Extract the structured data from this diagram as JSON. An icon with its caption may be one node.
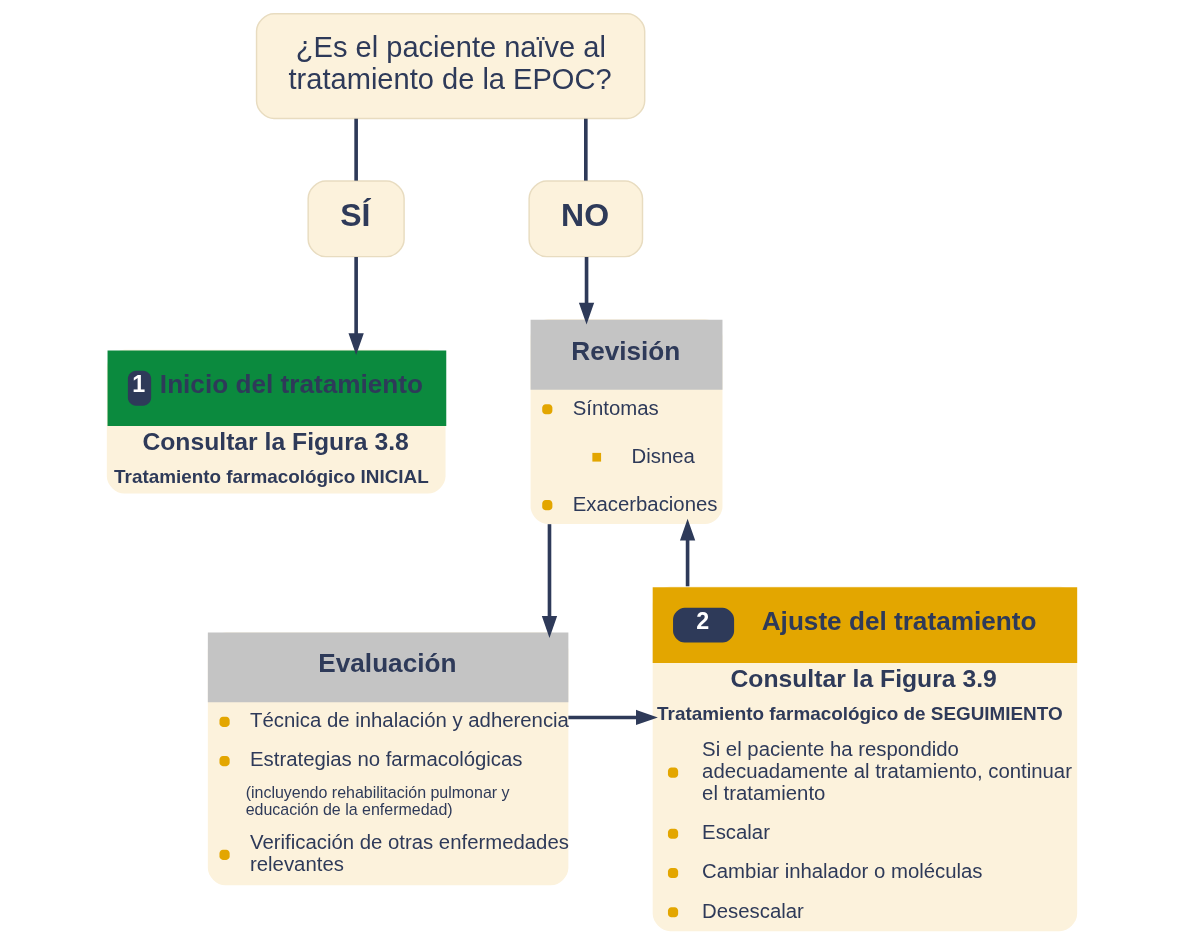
{
  "diagram": {
    "nodes": [
      {
        "text": [
          "¿Es el paciente naïve al tratamiento de la EPOC?"
        ]
      },
      {
        "text": [
          "SÍ"
        ]
      },
      {
        "text": [
          "NO"
        ]
      },
      {
        "text": [
          "1",
          "Inicio del tratamiento",
          "Consultar la Figura 3.8",
          "Tratamiento farmacológico INICIAL"
        ]
      },
      {
        "text": [
          "Revisión",
          "Síntomas",
          "Disnea",
          "Exacerbaciones"
        ]
      },
      {
        "text": [
          "Evaluación",
          "Técnica de inhalación y adherencia",
          "Estrategias no farmacológicas",
          "(incluyendo rehabilitación pulmonar y educación de la enfermedad)",
          "Verificación de otras enfermedades relevantes"
        ]
      },
      {
        "text": [
          "2",
          "Ajuste del tratamiento",
          "Consultar la Figura 3.9",
          "Tratamiento farmacológico de SEGUIMIENTO",
          "Si el paciente ha respondido adecuadamente al tratamiento, continuar el tratamiento",
          "Escalar",
          "Cambiar inhalador o moléculas",
          "Desescalar"
        ]
      }
    ],
    "edges": [
      {
        "from": 0,
        "to": 1,
        "arrow": "none"
      },
      {
        "from": 0,
        "to": 2,
        "arrow": "none"
      },
      {
        "from": 1,
        "to": 3,
        "arrow": "to"
      },
      {
        "from": 2,
        "to": 4,
        "arrow": "to"
      },
      {
        "from": 4,
        "to": 5,
        "arrow": "to"
      },
      {
        "from": 5,
        "to": 6,
        "arrow": "to"
      },
      {
        "from": 6,
        "to": 4,
        "arrow": "to"
      }
    ]
  }
}
